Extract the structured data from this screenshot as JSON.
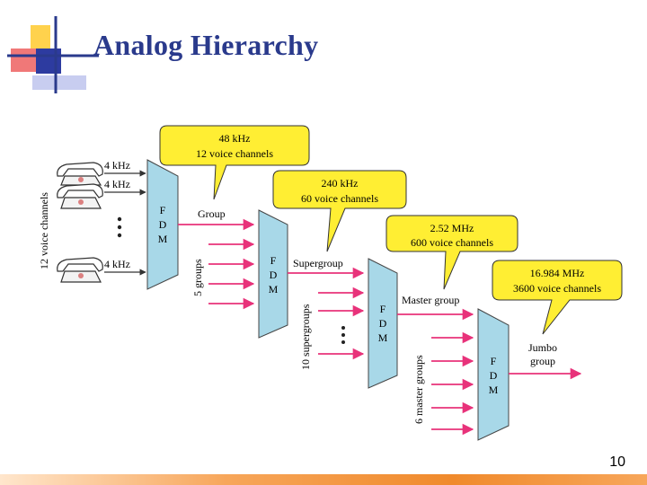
{
  "slide": {
    "title": "Analog Hierarchy",
    "page_number": "10"
  },
  "diagram": {
    "phone_labels": [
      "4 kHz",
      "4 kHz",
      "4 kHz"
    ],
    "side_label_voice": "12 voice channels",
    "side_label_groups": "5 groups",
    "side_label_supergroups": "10 supergroups",
    "side_label_master": "6 master groups",
    "fdm_label": [
      "F",
      "D",
      "M"
    ],
    "output_labels": {
      "group": "Group",
      "supergroup": "Supergroup",
      "master": "Master group",
      "jumbo_line1": "Jumbo",
      "jumbo_line2": "group"
    },
    "callouts": [
      {
        "line1": "48 kHz",
        "line2": "12 voice channels"
      },
      {
        "line1": "240 kHz",
        "line2": "60 voice channels"
      },
      {
        "line1": "2.52 MHz",
        "line2": "600 voice channels"
      },
      {
        "line1": "16.984 MHz",
        "line2": "3600 voice channels"
      }
    ],
    "colors": {
      "fdm_fill": "#a8d8e8",
      "callout_fill": "#ffee33",
      "arrow": "#e8327a",
      "title": "#2a3a8c"
    }
  }
}
